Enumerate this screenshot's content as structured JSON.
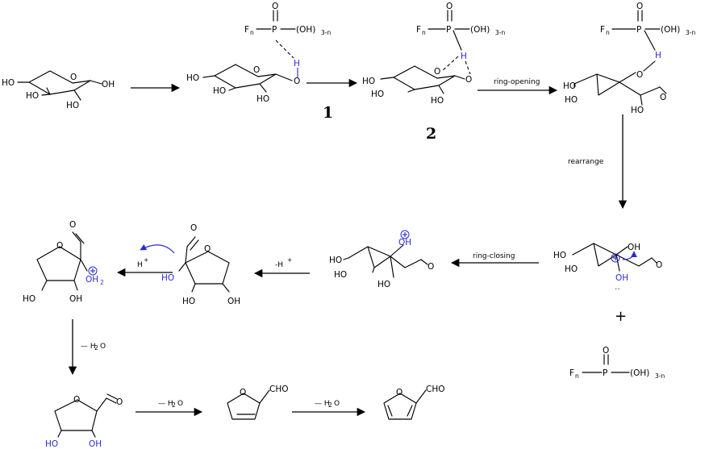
{
  "labels": {
    "oh": "OH",
    "ho": "HO",
    "o": "O",
    "h": "H",
    "p": "P",
    "f": "F",
    "n_sub": "n",
    "oh_paren": "(OH)",
    "sub_3n": "3-n",
    "cho": "CHO",
    "h2_sub": "2",
    "dots": "··"
  },
  "compounds": {
    "intermediate_1": "1",
    "intermediate_2": "2"
  },
  "steps": {
    "ring_opening": "ring-opening",
    "rearrange": "rearrange",
    "ring_closing": "ring-closing",
    "minus_h_plus": "-H",
    "h_plus": "H",
    "minus_h2o": "— H",
    "h2o_tail": "O",
    "h2o_sub": "2"
  },
  "symbols": {
    "plus": "+"
  }
}
